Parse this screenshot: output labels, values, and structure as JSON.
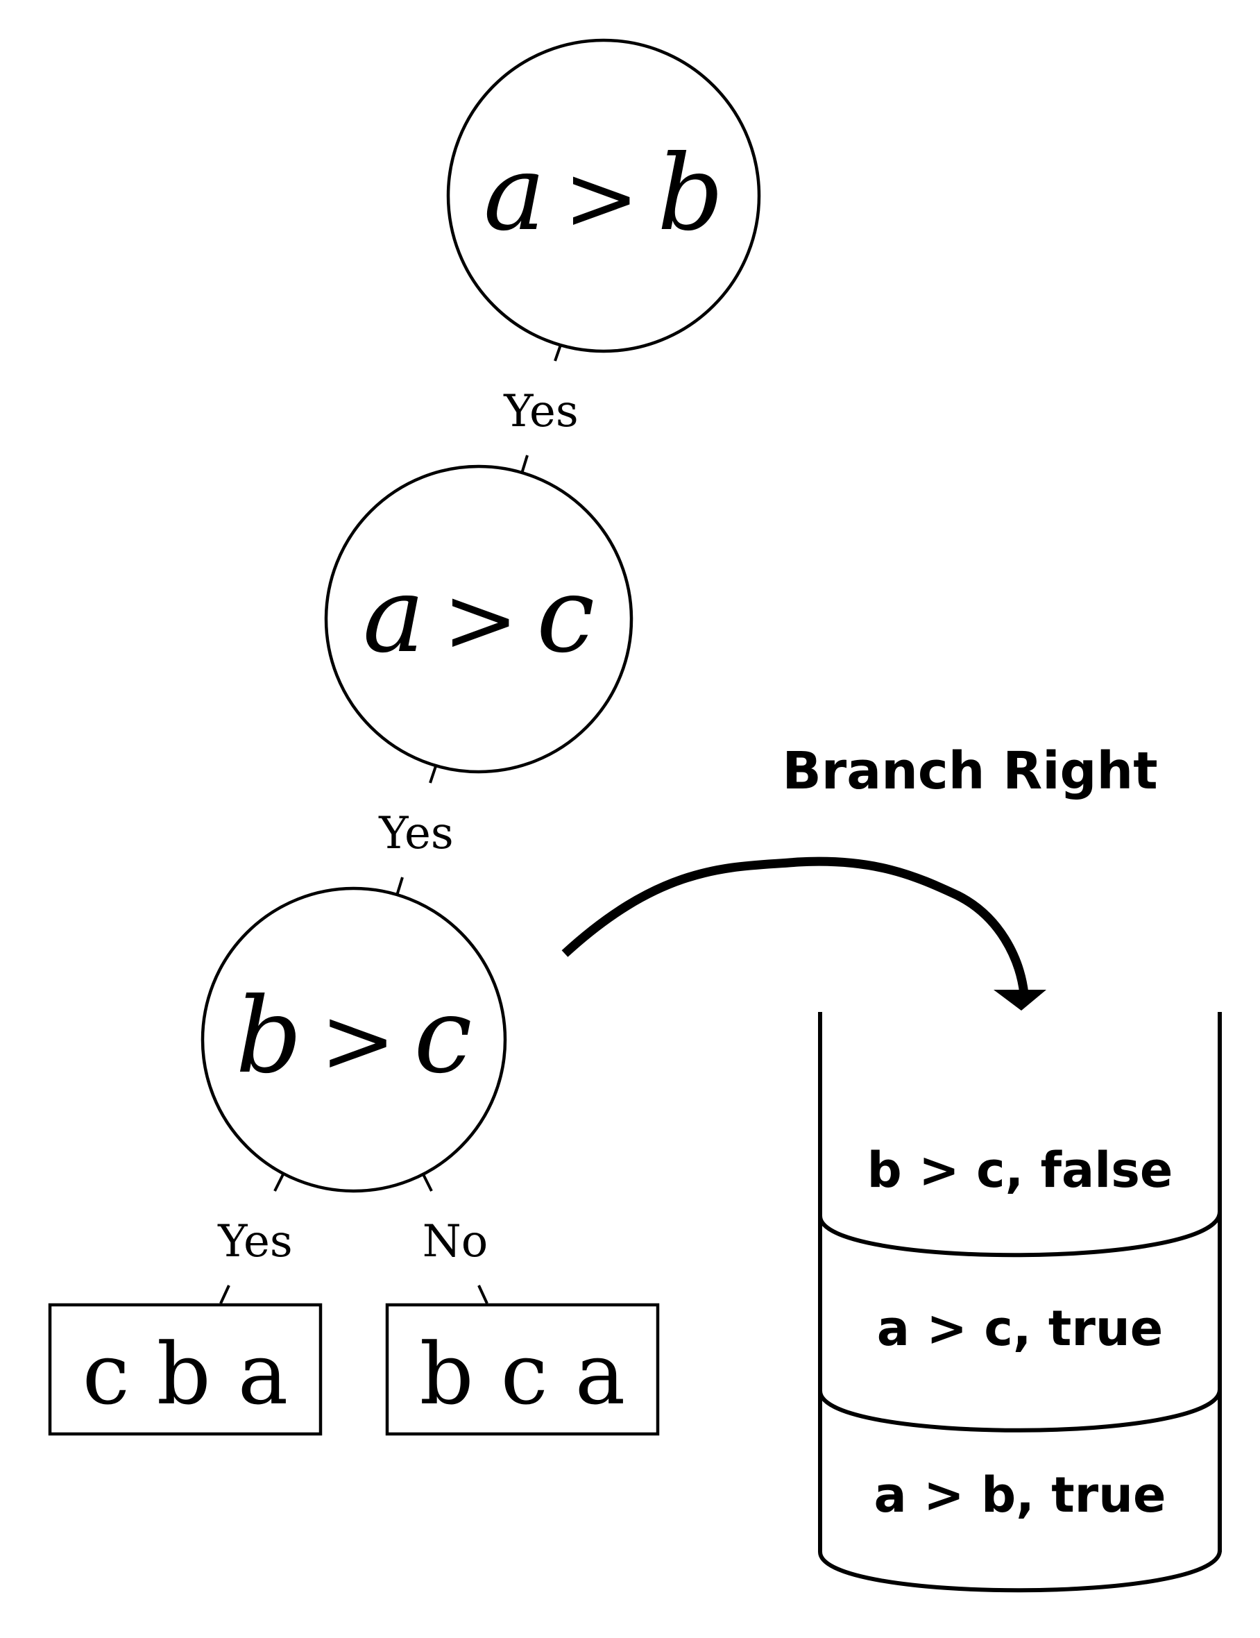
{
  "tree": {
    "nodes": [
      {
        "id": "n1",
        "left": "a",
        "op": ">",
        "right": "b"
      },
      {
        "id": "n2",
        "left": "a",
        "op": ">",
        "right": "c"
      },
      {
        "id": "n3",
        "left": "b",
        "op": ">",
        "right": "c"
      }
    ],
    "edges": [
      {
        "from": "n1",
        "to": "n2",
        "label": "Yes"
      },
      {
        "from": "n2",
        "to": "n3",
        "label": "Yes"
      },
      {
        "from": "n3",
        "to": "leaf1",
        "label": "Yes"
      },
      {
        "from": "n3",
        "to": "leaf2",
        "label": "No"
      }
    ],
    "leaves": [
      {
        "id": "leaf1",
        "text": "c b a"
      },
      {
        "id": "leaf2",
        "text": "b c a"
      }
    ]
  },
  "arrow": {
    "label": "Branch Right"
  },
  "stack": {
    "entries": [
      {
        "text": "b > c, false"
      },
      {
        "text": "a > c, true"
      },
      {
        "text": "a > b, true"
      }
    ]
  }
}
